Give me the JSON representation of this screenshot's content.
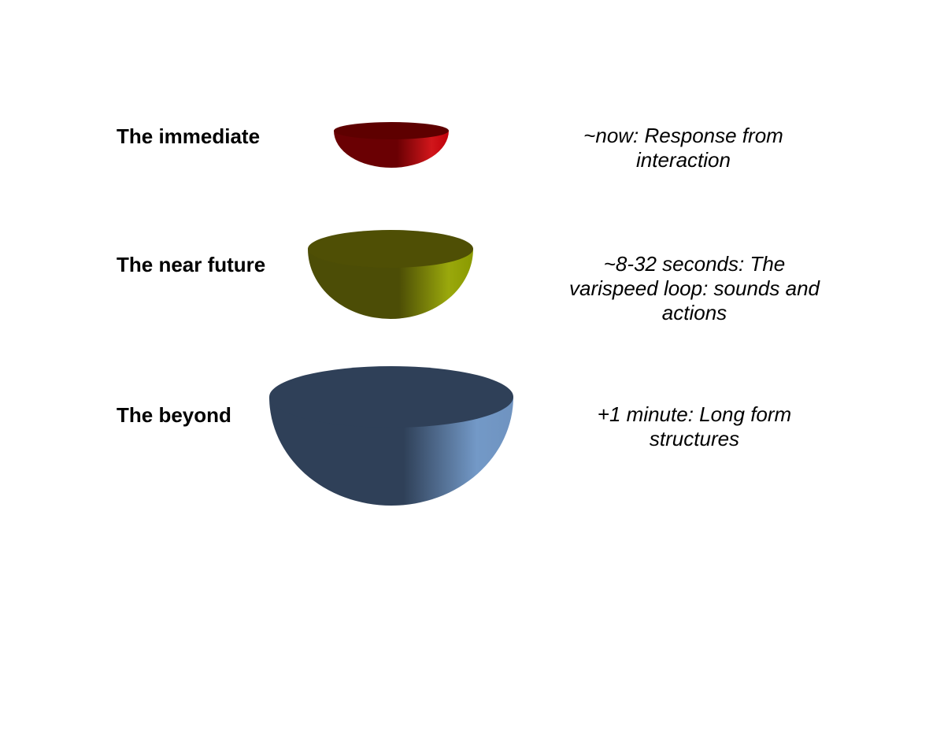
{
  "tiers": [
    {
      "label": "The immediate",
      "desc_lines": [
        "~now: Response from",
        "interaction"
      ],
      "colors": {
        "rim": "#c0000a",
        "inner": "#5e0000",
        "body_dark": "#6a0003",
        "body_light": "#d1161b"
      }
    },
    {
      "label": "The near future",
      "desc_lines": [
        "~8-32 seconds: The",
        "varispeed loop: sounds and",
        "actions"
      ],
      "colors": {
        "rim": "#8a9a00",
        "inner": "#4f4f05",
        "body_dark": "#4c4d06",
        "body_light": "#9aa80c"
      }
    },
    {
      "label": "The beyond",
      "desc_lines": [
        "+1 minute: Long form",
        "structures"
      ],
      "colors": {
        "rim": "#6f93c0",
        "inner": "#2f4058",
        "body_dark": "#2f4058",
        "body_light": "#7399c7"
      }
    }
  ]
}
